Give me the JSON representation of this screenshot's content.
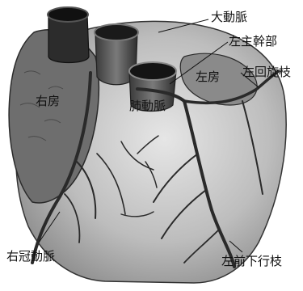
{
  "labels": {
    "aorta": "大動脈",
    "left_main_trunk": "左主幹部",
    "left_atrium": "左房",
    "left_circumflex": "左回旋枝",
    "right_atrium": "右房",
    "pulmonary_artery": "肺動脈",
    "right_coronary": "右冠動脈",
    "lad": "左前下行枝"
  },
  "colors": {
    "heart_light": "#d8d8d8",
    "heart_mid": "#9a9a9a",
    "atrium_dark": "#6a6a6a",
    "vessel": "#2a2a2a",
    "background": "#ffffff"
  }
}
